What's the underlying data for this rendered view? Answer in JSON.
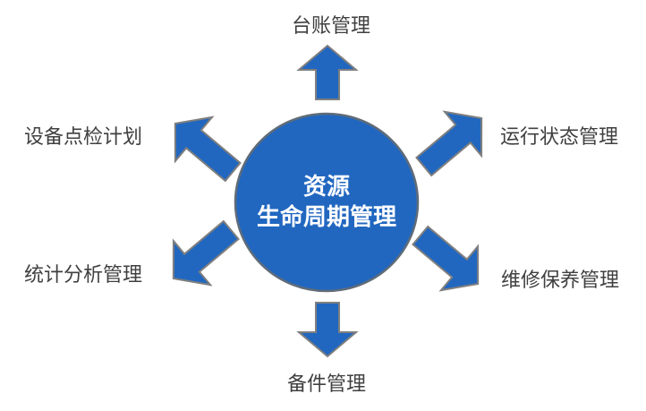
{
  "diagram": {
    "type": "radial-diverging",
    "center": {
      "line1": "资源",
      "line2": "生命周期管理"
    },
    "nodes": [
      {
        "id": "top",
        "label": "台账管理"
      },
      {
        "id": "upper-right",
        "label": "运行状态管理"
      },
      {
        "id": "lower-right",
        "label": "维修保养管理"
      },
      {
        "id": "bottom",
        "label": "备件管理"
      },
      {
        "id": "lower-left",
        "label": "统计分析管理"
      },
      {
        "id": "upper-left",
        "label": "设备点检计划"
      }
    ],
    "colors": {
      "shape_fill": "#2167c0",
      "arrow_stroke": "#7f7f7f",
      "circle_stroke": "#606c78",
      "label_text": "#404040",
      "center_text": "#ffffff",
      "background": "#ffffff"
    }
  }
}
